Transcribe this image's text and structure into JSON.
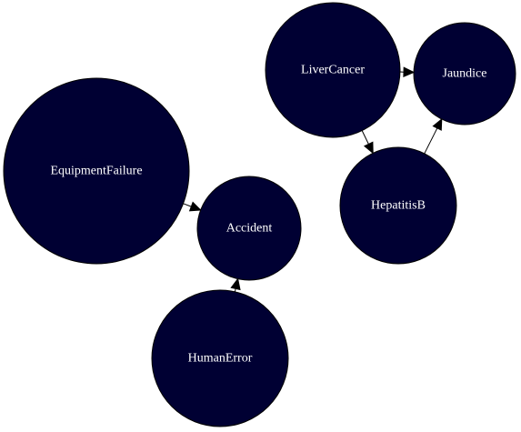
{
  "diagram": {
    "nodes": [
      {
        "id": "EquipmentFailure",
        "label": "EquipmentFailure"
      },
      {
        "id": "Accident",
        "label": "Accident"
      },
      {
        "id": "HumanError",
        "label": "HumanError"
      },
      {
        "id": "LiverCancer",
        "label": "LiverCancer"
      },
      {
        "id": "Jaundice",
        "label": "Jaundice"
      },
      {
        "id": "HepatitisB",
        "label": "HepatitisB"
      }
    ],
    "edges": [
      {
        "from": "EquipmentFailure",
        "to": "Accident"
      },
      {
        "from": "HumanError",
        "to": "Accident"
      },
      {
        "from": "LiverCancer",
        "to": "Jaundice"
      },
      {
        "from": "LiverCancer",
        "to": "HepatitisB"
      },
      {
        "from": "HepatitisB",
        "to": "Jaundice"
      }
    ],
    "colors": {
      "node_fill": "#000033",
      "node_text": "#ffffff",
      "edge": "#000000",
      "background": "#ffffff"
    }
  }
}
